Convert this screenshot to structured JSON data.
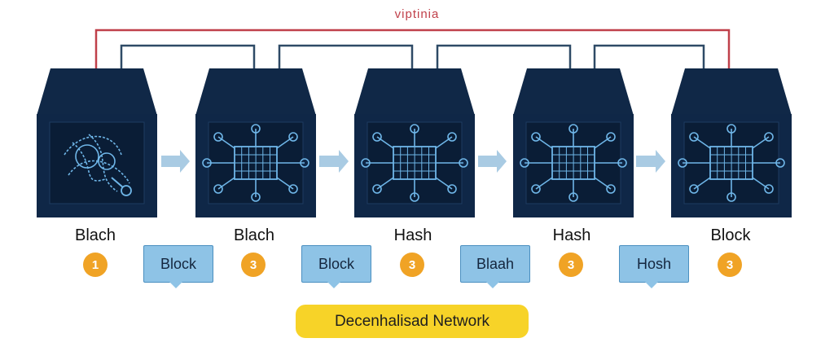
{
  "header": {
    "title": "viptinia"
  },
  "blocks": [
    {
      "label": "Blach",
      "badge": "1",
      "icon": "tangled-network-icon"
    },
    {
      "label": "Blach",
      "badge": "3",
      "icon": "hash-grid-hub-icon"
    },
    {
      "label": "Hash",
      "badge": "3",
      "icon": "hash-grid-hub-icon"
    },
    {
      "label": "Hash",
      "badge": "3",
      "icon": "hash-grid-hub-icon"
    },
    {
      "label": "Block",
      "badge": "3",
      "icon": "hash-grid-hub-icon"
    }
  ],
  "callouts": [
    "Block",
    "Block",
    "Blaah",
    "Hosh"
  ],
  "footer": {
    "network_label": "Decenhalisad Network"
  },
  "colors": {
    "block_fill": "#0f2747",
    "block_top": "#102847",
    "screen": "#0a1d36",
    "circuit": "#6fb6e8",
    "arrow": "#a9cbe3",
    "connector_red": "#c0404a",
    "connector_dark": "#2e4a66",
    "badge": "#f0a325",
    "callout": "#8ec3e6",
    "network_pill": "#f7d328"
  }
}
